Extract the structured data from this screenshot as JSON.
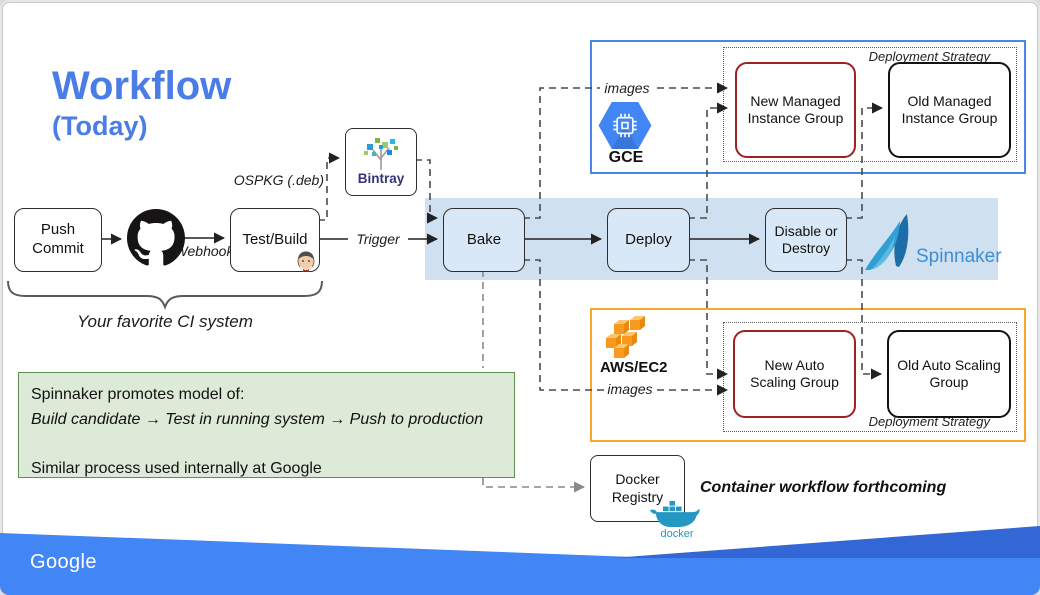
{
  "slide": {
    "title": "Workflow",
    "subtitle": "(Today)",
    "footer_logo": "Google"
  },
  "ci": {
    "push_commit": "Push Commit",
    "webhook_label": "Webhook",
    "test_build": "Test/Build",
    "ospkg_label": "OSPKG (.deb)",
    "bintray_label": "Bintray",
    "trigger_label": "Trigger",
    "brace_label": "Your favorite CI system"
  },
  "pipeline": {
    "bake": "Bake",
    "deploy": "Deploy",
    "disable_destroy": "Disable or Destroy",
    "spinnaker_label": "Spinnaker"
  },
  "gce": {
    "label": "GCE",
    "images_label": "images",
    "strategy_label": "Deployment Strategy",
    "new_group": "New Managed Instance Group",
    "old_group": "Old Managed Instance Group"
  },
  "aws": {
    "label": "AWS/EC2",
    "images_label": "images",
    "strategy_label": "Deployment Strategy",
    "new_group": "New Auto Scaling Group",
    "old_group": "Old Auto Scaling Group"
  },
  "note": {
    "line1": "Spinnaker promotes model of:",
    "line2": "Build candidate → Test in running system → Push to production",
    "line3": "Similar process used internally at Google"
  },
  "docker": {
    "registry": "Docker Registry",
    "logo_word": "docker",
    "caption": "Container workflow forthcoming"
  },
  "icons": {
    "github": "github-octocat-icon",
    "jenkins": "jenkins-butler-icon",
    "bintray": "bintray-tree-icon",
    "gce": "gce-hexagon-chip-icon",
    "aws": "aws-cubes-icon",
    "spinnaker": "spinnaker-sail-icon",
    "docker": "docker-whale-icon"
  },
  "colors": {
    "title_blue": "#4a7de5",
    "band_blue": "#cfe1f1",
    "gce_border": "#4a86e8",
    "aws_border": "#f5a829",
    "new_group_border": "#9e2123",
    "note_green_bg": "#dcead7",
    "note_green_border": "#5f9052",
    "footer_blue": "#4285f4",
    "footer_dark_blue": "#3367d6",
    "docker_teal": "#2497c3"
  }
}
